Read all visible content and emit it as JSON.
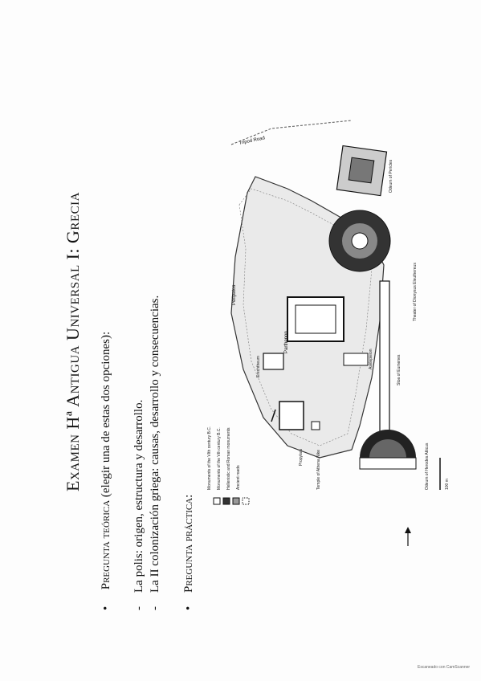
{
  "document": {
    "title": "Examen Hª Antigua Universal I: Grecia",
    "theory": {
      "heading": "Pregunta teórica",
      "instruction": "(elegir una de estas dos opciones):",
      "options": [
        "La polis: origen, estructura y desarrollo.",
        "La II colonización griega: causas, desarrollo y consecuencias."
      ]
    },
    "practice": {
      "heading": "Pregunta práctica:"
    },
    "footer": "Escaneado con CamScanner"
  },
  "map": {
    "legend": [
      "Monuments of the VIth century B.C.",
      "Monuments of the Vth century B.C.",
      "Hellenistic and Roman monuments",
      "Ancient roads"
    ],
    "labels": {
      "tripod_road": "Tripod Road",
      "peripatos": "Peripatos",
      "parthenon": "Parthenon",
      "theater": "Theater of Dionysus Eleuthereus",
      "stoa": "Stoa of Eumenes",
      "odeum": "Odeum of Herodes Atticus",
      "propylaia": "Propylaia",
      "erechtheum": "Erechtheum",
      "temple_athena_nike": "Temple of Athena Nike",
      "asklepieion": "Asklepieion",
      "odeum_pericles": "Odeum of Pericles",
      "scale": "100 m"
    }
  }
}
